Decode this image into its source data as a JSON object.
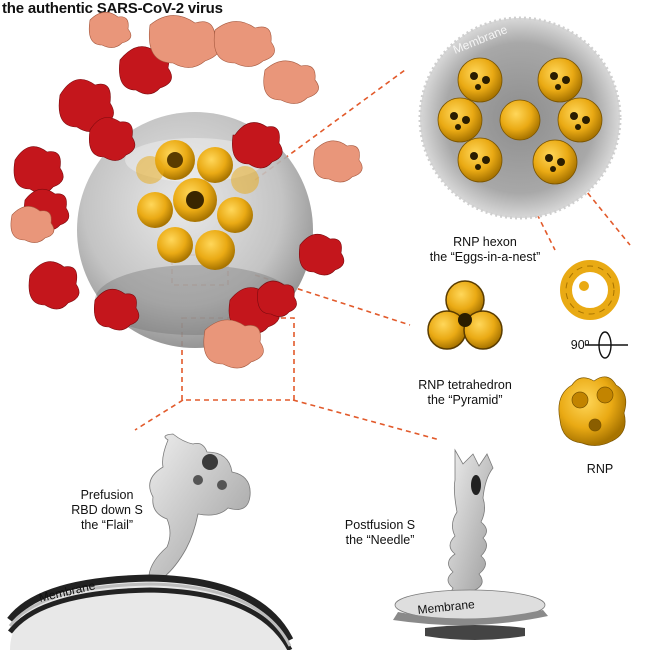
{
  "title": "the authentic SARS-CoV-2 virus",
  "labels": {
    "membrane_top": "Membrane",
    "rnp_hexon_line1": "RNP hexon",
    "rnp_hexon_line2": "the “Eggs-in-a-nest”",
    "rotation": "90º",
    "rnp_tetra_line1": "RNP tetrahedron",
    "rnp_tetra_line2": "the “Pyramid”",
    "rnp": "RNP",
    "prefusion_line1": "Prefusion",
    "prefusion_line2": "RBD down S",
    "prefusion_line3": "the “Flail”",
    "postfusion_line1": "Postfusion S",
    "postfusion_line2": "the “Needle”",
    "membrane_left": "Membrane",
    "membrane_right": "Membrane"
  },
  "colors": {
    "rnp_yellow": "#e9aa14",
    "rnp_dark": "#7a5400",
    "spike_prefusion": "#c4161c",
    "spike_postfusion": "#e9967a",
    "membrane_grey": "#9a9a9a",
    "connector": "#e25a2b"
  }
}
